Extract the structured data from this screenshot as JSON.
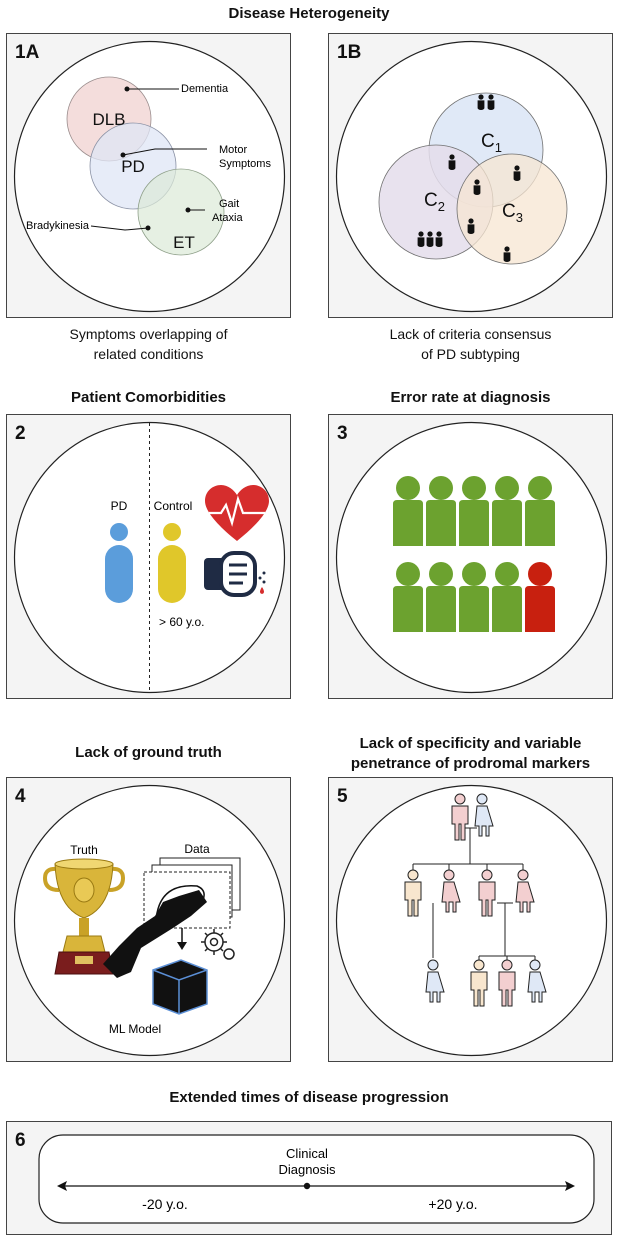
{
  "title": "Disease Heterogeneity",
  "panel_1a": {
    "number": "1A",
    "circles": {
      "dlb": "DLB",
      "pd": "PD",
      "et": "ET"
    },
    "labels": {
      "dementia": "Dementia",
      "motor_1": "Motor",
      "motor_2": "Symptoms",
      "gait_1": "Gait",
      "gait_2": "Ataxia",
      "bradykinesia": "Bradykinesia"
    },
    "caption_1": "Symptoms overlapping of",
    "caption_2": "related conditions"
  },
  "panel_1b": {
    "number": "1B",
    "c1": "C",
    "c1_sub": "1",
    "c2": "C",
    "c2_sub": "2",
    "c3": "C",
    "c3_sub": "3",
    "caption_1": "Lack of criteria consensus",
    "caption_2": "of PD subtyping"
  },
  "panel_2": {
    "heading": "Patient Comorbidities",
    "number": "2",
    "pd_label": "PD",
    "control_label": "Control",
    "age_label": "> 60 y.o.",
    "icons": [
      "person-icon",
      "heart-ekg-icon",
      "finger-prick-icon"
    ]
  },
  "panel_3": {
    "heading": "Error rate at diagnosis",
    "number": "3",
    "correct_color": "#6ca22f",
    "error_color": "#c8200f"
  },
  "panel_4": {
    "heading": "Lack of ground truth",
    "number": "4",
    "truth_label": "Truth",
    "data_label": "Data",
    "model_label": "ML Model",
    "icons": [
      "trophy-icon",
      "data-sheets-icon",
      "gear-icon",
      "cube-icon"
    ]
  },
  "panel_5": {
    "heading_1": "Lack of specificity and variable",
    "heading_2": "penetrance of prodromal markers",
    "number": "5",
    "colors": {
      "affected": "#f3cfd0",
      "carrier": "#f8e6ce",
      "unaffected": "#dfe8f6"
    }
  },
  "panel_6": {
    "heading": "Extended times of disease progression",
    "number": "6",
    "clinical_1": "Clinical",
    "clinical_2": "Diagnosis",
    "left_label": "-20 y.o.",
    "right_label": "+20 y.o."
  },
  "colors": {
    "dlb": "#f3d9d8",
    "pd": "#dfe6f6",
    "et": "#dcead7",
    "c1": "#dde7f6",
    "c2": "#e4ddeb",
    "c3": "#f7e6d1",
    "pd_person": "#5b9ddb",
    "control_person": "#e0c72a",
    "heart": "#d62d2d"
  }
}
